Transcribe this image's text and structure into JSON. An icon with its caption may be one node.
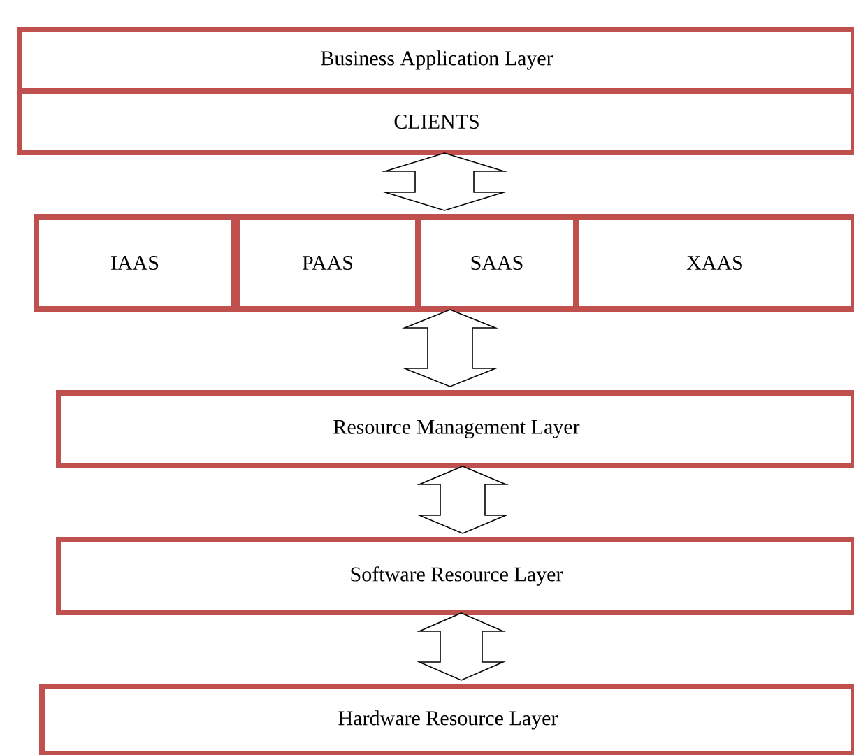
{
  "diagram": {
    "nodes": [
      {
        "text": [
          "Business Application Layer"
        ]
      },
      {
        "text": [
          "CLIENTS"
        ]
      },
      {
        "text": [
          "IAAS"
        ]
      },
      {
        "text": [
          "PAAS"
        ]
      },
      {
        "text": [
          "SAAS"
        ]
      },
      {
        "text": [
          "XAAS"
        ]
      },
      {
        "text": [
          "Resource Management Layer"
        ]
      },
      {
        "text": [
          "Software Resource Layer"
        ]
      },
      {
        "text": [
          "Hardware Resource Layer"
        ]
      }
    ],
    "edges": [
      {
        "from": 1,
        "to": 4,
        "arrow": "both"
      },
      {
        "from": 4,
        "to": 6,
        "arrow": "both"
      },
      {
        "from": 6,
        "to": 7,
        "arrow": "both"
      },
      {
        "from": 7,
        "to": 8,
        "arrow": "both"
      }
    ]
  }
}
